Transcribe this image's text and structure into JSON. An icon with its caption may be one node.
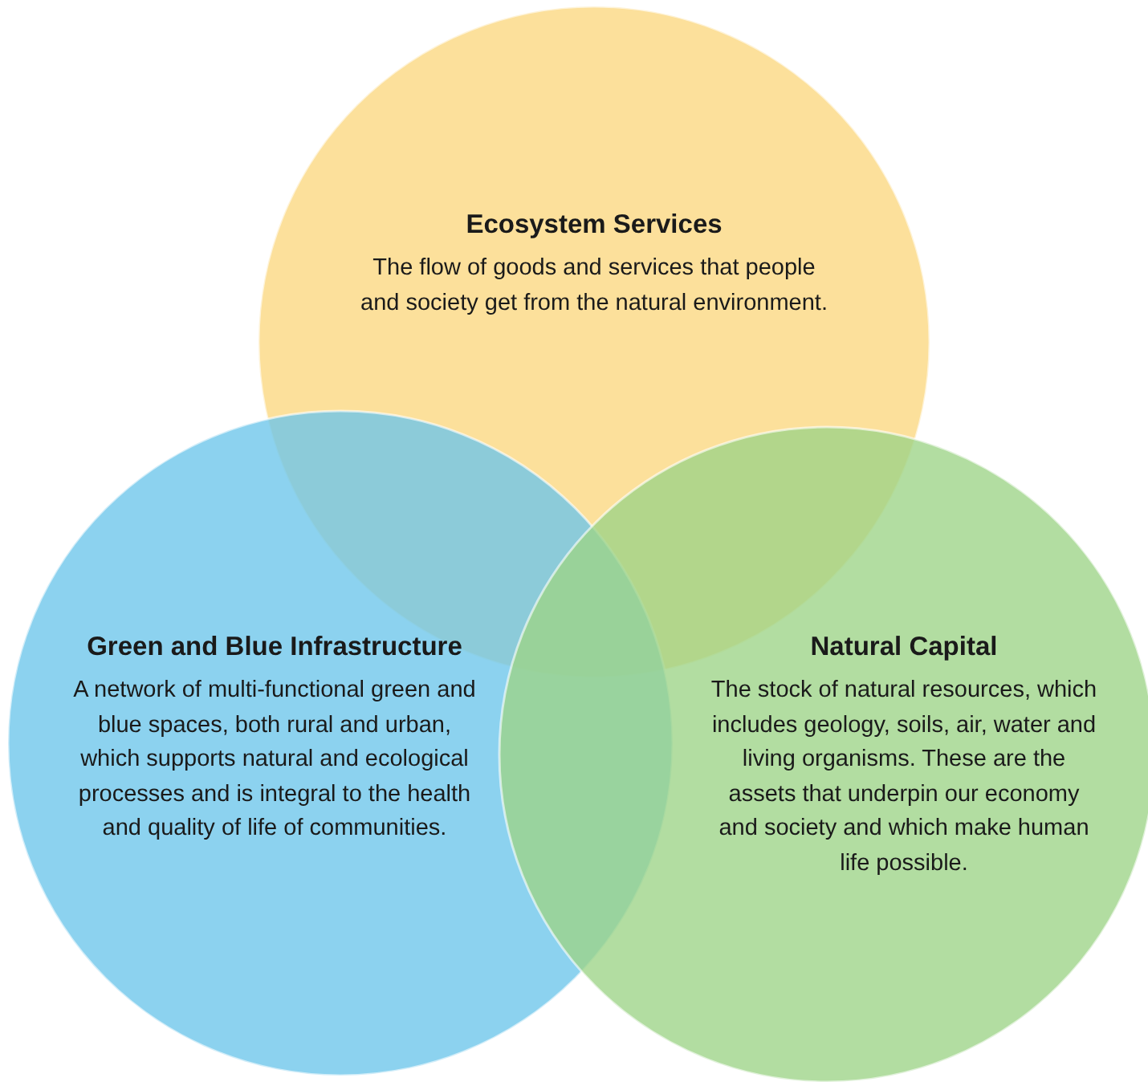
{
  "diagram": {
    "nodes": [
      {
        "text": [
          "Ecosystem Services",
          "The flow of goods and services that people and society get from the natural environment."
        ]
      },
      {
        "text": [
          "Green and Blue Infrastructure",
          "A network of multi-functional green and blue spaces, both rural and urban, which supports natural and ecological processes and is integral to the health and quality of life of communities."
        ]
      },
      {
        "text": [
          "Natural Capital",
          "The stock of natural resources, which includes geology, soils, air, water and living organisms. These are the assets that underpin our economy and society and which make human life possible."
        ]
      }
    ],
    "edges": []
  }
}
